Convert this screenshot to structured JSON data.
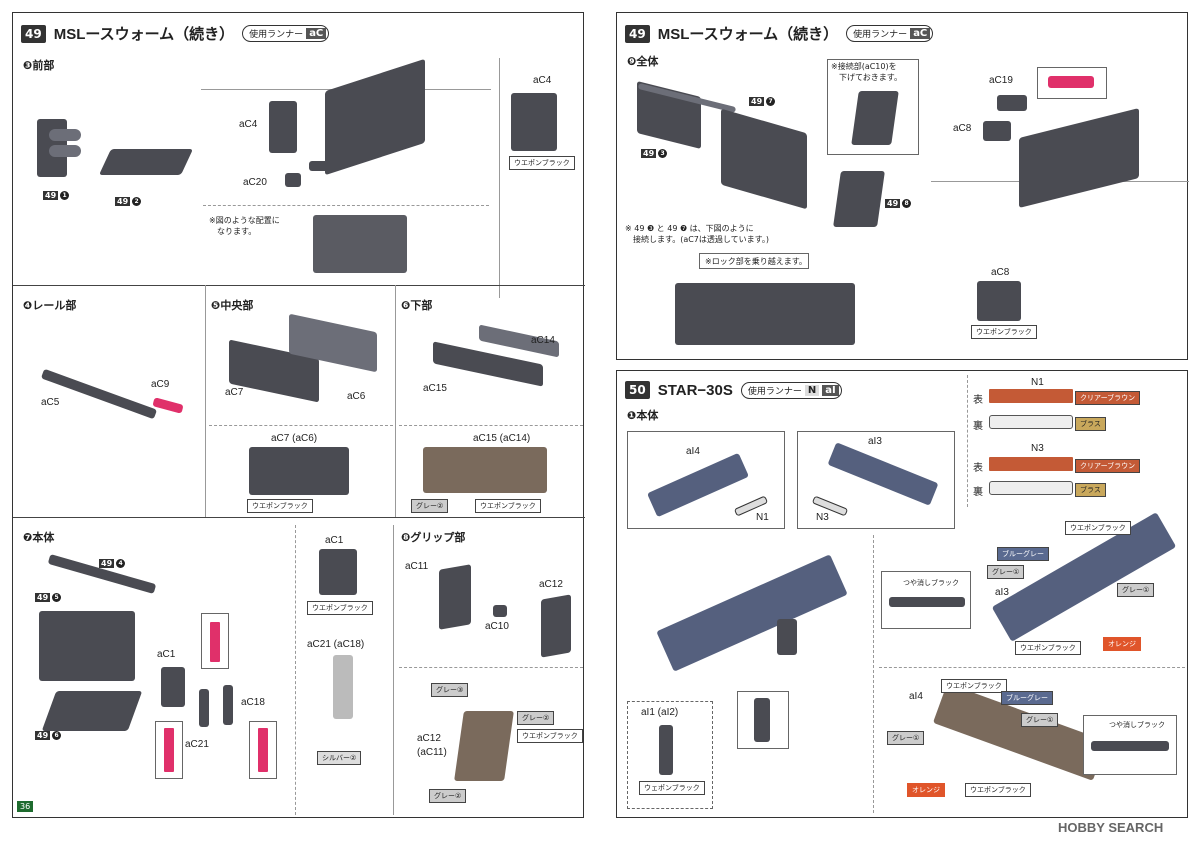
{
  "left_page": {
    "step_number": "49",
    "title": "MSLースウォーム（続き）",
    "runner_label": "使用ランナー",
    "runner_code": "aC",
    "page_number": "36",
    "front": {
      "heading": "❸前部",
      "labels": [
        "aC4",
        "aC20",
        "aC4"
      ],
      "badge1": "49",
      "badge1_circ": "1",
      "badge2": "49",
      "badge2_circ": "2",
      "color1": "ウエポンブラック",
      "note": "※図のような配置に\n　なります。"
    },
    "rail": {
      "heading": "❹レール部",
      "labels": [
        "aC5",
        "aC9"
      ]
    },
    "center": {
      "heading": "❺中央部",
      "labels": [
        "aC7",
        "aC6",
        "aC7 (aC6)"
      ],
      "color": "ウエポンブラック"
    },
    "lower": {
      "heading": "❻下部",
      "labels": [
        "aC15",
        "aC14",
        "aC15 (aC14)"
      ],
      "colors": [
        "グレー②",
        "ウエポンブラック"
      ]
    },
    "body": {
      "heading": "❼本体",
      "badges": [
        {
          "n": "49",
          "c": "4"
        },
        {
          "n": "49",
          "c": "5"
        },
        {
          "n": "49",
          "c": "6"
        }
      ],
      "labels": [
        "aC1",
        "aC21",
        "aC18",
        "aC1",
        "aC21 (aC18)"
      ],
      "colors": [
        "ウエポンブラック",
        "シルバー②"
      ]
    },
    "grip": {
      "heading": "❽グリップ部",
      "labels": [
        "aC11",
        "aC12",
        "aC10",
        "aC12",
        "(aC11)"
      ],
      "colors": [
        "グレー③",
        "グレー②",
        "ウエポンブラック",
        "グレー②"
      ]
    }
  },
  "right_top": {
    "step_number": "49",
    "title": "MSLースウォーム（続き）",
    "runner_label": "使用ランナー",
    "runner_code": "aC",
    "heading": "❾全体",
    "note_top": "※接続部(aC10)を\n　下げておきます。",
    "labels": [
      "aC19",
      "aC8",
      "aC8"
    ],
    "badges": [
      {
        "n": "49",
        "c": "7"
      },
      {
        "n": "49",
        "c": "3"
      },
      {
        "n": "49",
        "c": "8"
      }
    ],
    "note_bottom": "※ 49 ❸ と 49 ❼ は、下図のように\n　接続します。(aC7は透過しています。)",
    "callout": "※ロック部を乗り越えます。",
    "color": "ウエポンブラック"
  },
  "right_bottom": {
    "step_number": "50",
    "title": "STAR−30S",
    "runner_label": "使用ランナー",
    "runner_codes": [
      "N",
      "aI"
    ],
    "heading": "❶本体",
    "n1": "N1",
    "n3": "N3",
    "front_label": "表",
    "back_label": "裏",
    "decal_colors": [
      "クリアーブラウン",
      "ブラス",
      "クリアーブラウン",
      "ブラス"
    ],
    "labels": [
      "aI4",
      "aI3",
      "N1",
      "N3",
      "aI3",
      "aI4",
      "aI1 (aI2)",
      "aI2",
      "aI1"
    ],
    "color_callouts": [
      "ウエポンブラック",
      "ブルーグレー",
      "グレー①",
      "つや消しブラック",
      "グレー①",
      "ウエポンブラック",
      "オレンジ",
      "ウエポンブラック",
      "ブルーグレー",
      "グレー①",
      "つや消しブラック",
      "グレー①",
      "オレンジ",
      "ウエポンブラック",
      "ウェポンブラック"
    ],
    "watermark": "HOBBY SEARCH"
  }
}
